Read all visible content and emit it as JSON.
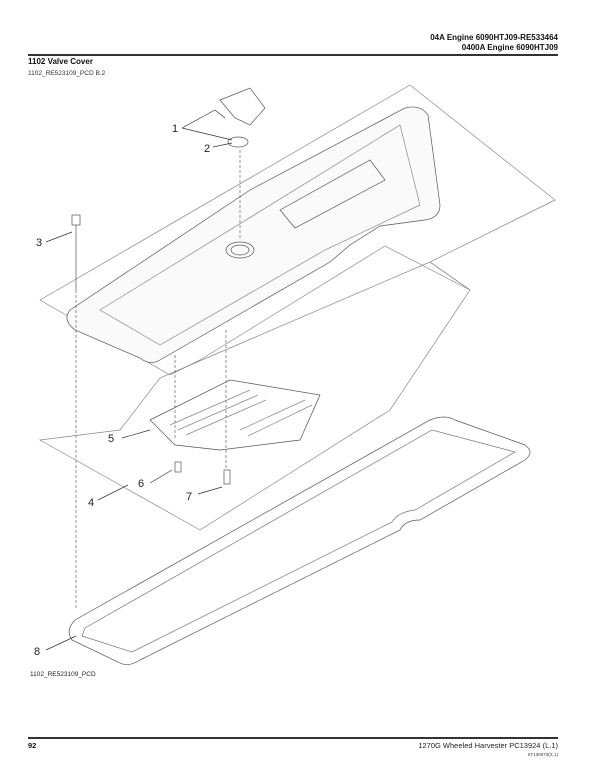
{
  "header": {
    "line1": "04A Engine 6090HTJ09-RE533464",
    "line2": "0400A Engine 6090HTJ09"
  },
  "section": {
    "title": "1102 Valve Cover",
    "code": "1102_RE523109_PCD B.2"
  },
  "diagram": {
    "callouts": [
      "1",
      "2",
      "3",
      "4",
      "5",
      "6",
      "7",
      "8"
    ],
    "caption": "1102_RE523109_PCD"
  },
  "footer": {
    "page_number": "92",
    "publication": "1270G Wheeled Harvester   PC13924   (L.1)",
    "code": "ST130073(X.1)"
  }
}
